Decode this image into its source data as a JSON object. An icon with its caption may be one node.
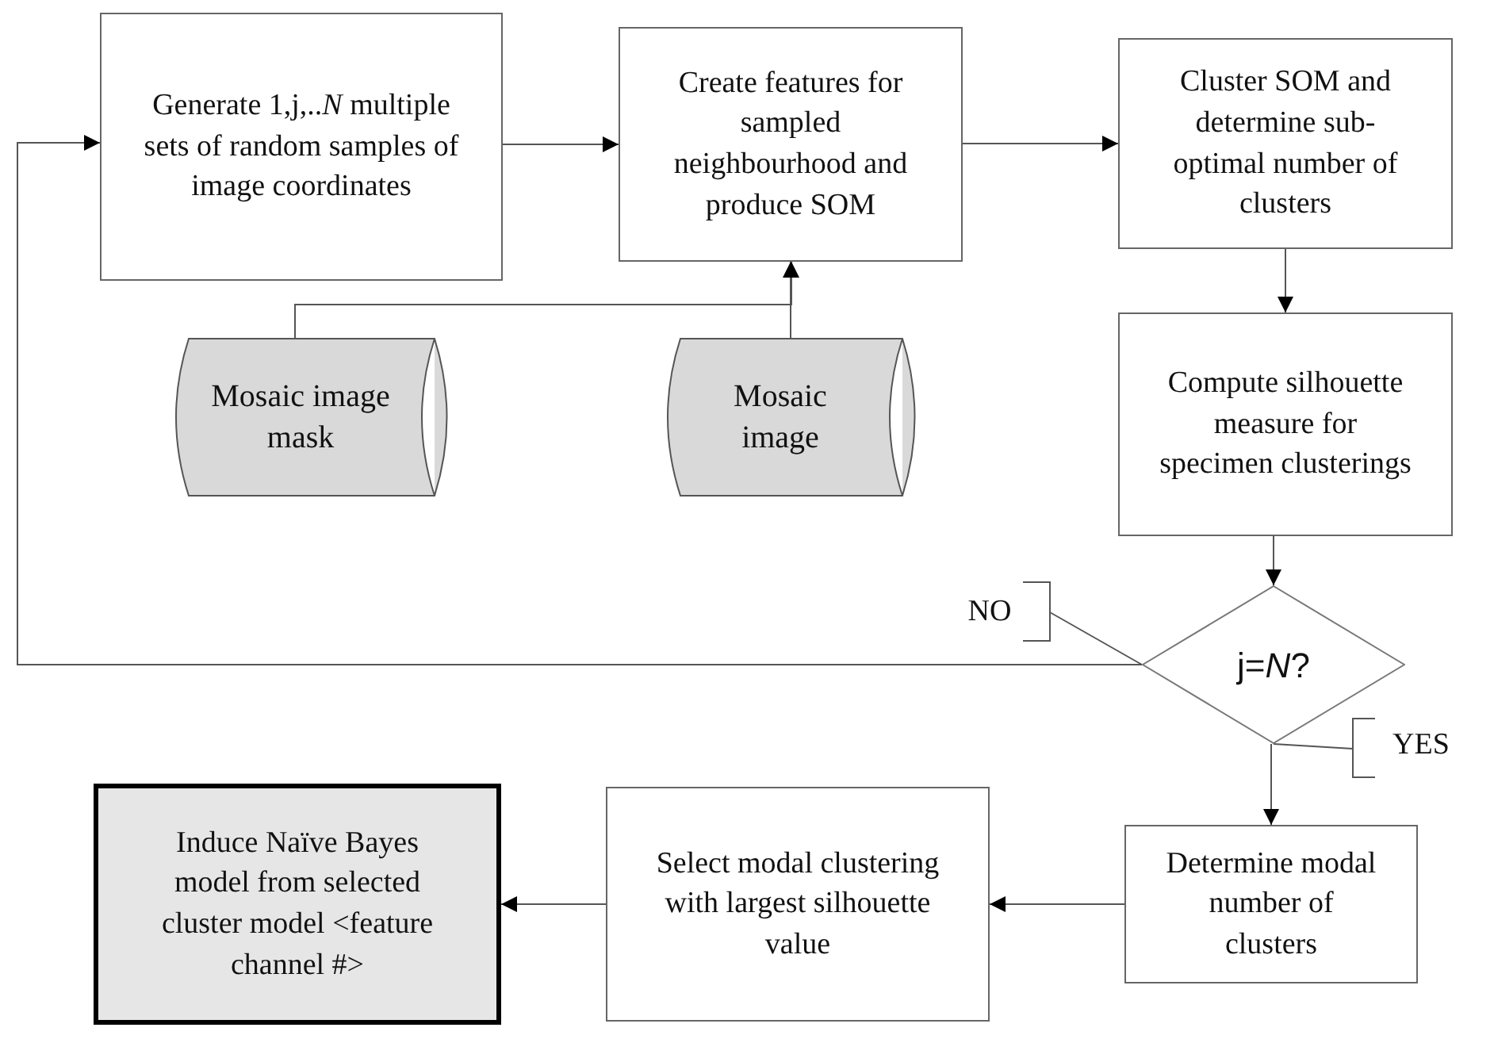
{
  "diagram": {
    "nodes": [
      {
        "text": [
          "Generate 1,j,..*N* multiple sets of random samples of image coordinates"
        ]
      },
      {
        "text": [
          "Create features for sampled neighbourhood  and produce SOM"
        ]
      },
      {
        "text": [
          "Cluster SOM and determine sub-optimal number of clusters"
        ]
      },
      {
        "text": [
          "Mosaic image mask"
        ]
      },
      {
        "text": [
          "Mosaic image"
        ]
      },
      {
        "text": [
          "Compute silhouette measure for specimen clusterings"
        ]
      },
      {
        "text": [
          "j=*N*?"
        ]
      },
      {
        "text": [
          "Determine modal number of clusters"
        ]
      },
      {
        "text": [
          "Select modal clustering with largest silhouette value"
        ]
      },
      {
        "text": [
          "Induce Naïve Bayes model from selected cluster model <feature channel #>"
        ]
      }
    ],
    "edges": [
      {
        "from": 0,
        "to": 1,
        "arrow": "to"
      },
      {
        "from": 1,
        "to": 2,
        "arrow": "to"
      },
      {
        "from": 3,
        "to": 1,
        "arrow": "to"
      },
      {
        "from": 4,
        "to": 1,
        "arrow": "to"
      },
      {
        "from": 2,
        "to": 5,
        "arrow": "to"
      },
      {
        "from": 5,
        "to": 6,
        "arrow": "to"
      },
      {
        "from": 6,
        "to": 0,
        "arrow": "to",
        "label": "NO"
      },
      {
        "from": 6,
        "to": 7,
        "arrow": "to",
        "label": "YES"
      },
      {
        "from": 7,
        "to": 8,
        "arrow": "to"
      },
      {
        "from": 8,
        "to": 9,
        "arrow": "to"
      }
    ]
  }
}
